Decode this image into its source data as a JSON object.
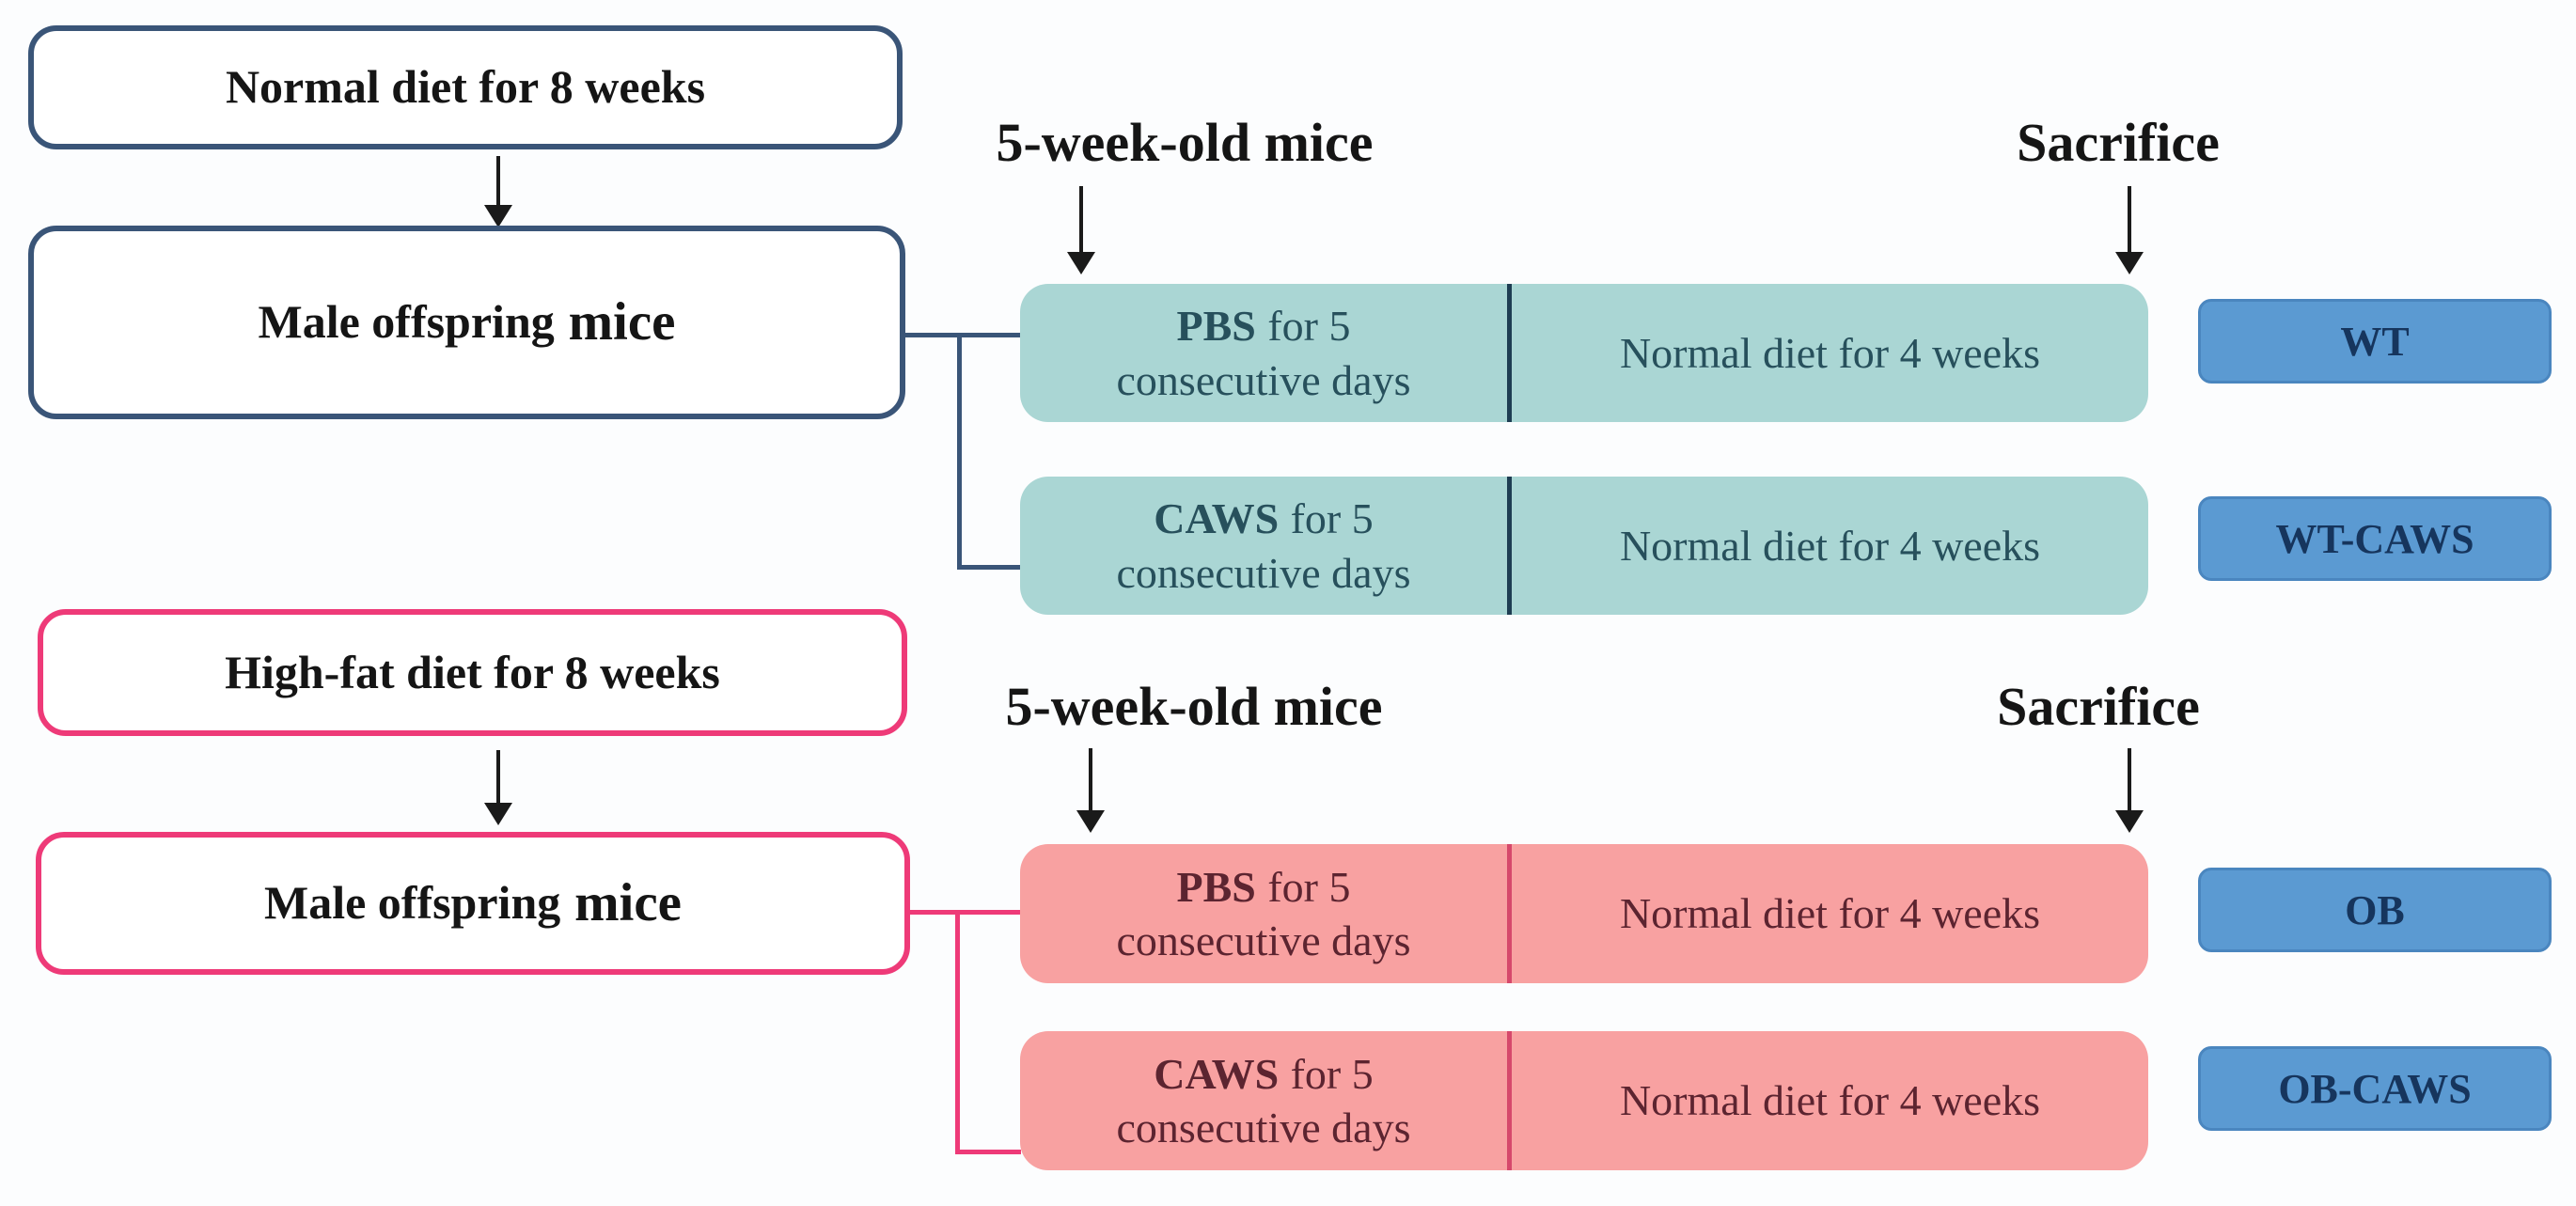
{
  "figure": {
    "colors": {
      "navy_line": "#3a5578",
      "pink_line": "#ee3a78",
      "teal_fill": "#aad6d4",
      "teal_text": "#27505c",
      "teal_divider": "#1e3d52",
      "pink_fill": "#f8a1a1",
      "pink_text": "#5c2430",
      "pink_divider": "#d6486b",
      "blue_fill": "#5b9ad2",
      "blue_border": "#4a86bf",
      "blue_text": "#16355d",
      "arrow": "#1a1a1a",
      "ink": "#151515",
      "canvas_bg": "#fcfdfe"
    },
    "arms": [
      {
        "diet_label": "Normal diet for 8 weeks",
        "offspring_label_main": "Male offspring",
        "offspring_label_tail": "mice",
        "age_label": "5-week-old mice",
        "sacrifice_label": "Sacrifice",
        "rows": [
          {
            "treatment_agent": "PBS",
            "treatment_rest": "for 5",
            "treatment_line2": "consecutive days",
            "recovery_label": "Normal diet for 4 weeks",
            "group_label": "WT"
          },
          {
            "treatment_agent": "CAWS",
            "treatment_rest": "for 5",
            "treatment_line2": "consecutive days",
            "recovery_label": "Normal diet for 4 weeks",
            "group_label": "WT-CAWS"
          }
        ]
      },
      {
        "diet_label": "High-fat diet for 8 weeks",
        "offspring_label_main": "Male offspring",
        "offspring_label_tail": "mice",
        "age_label": "5-week-old mice",
        "sacrifice_label": "Sacrifice",
        "rows": [
          {
            "treatment_agent": "PBS",
            "treatment_rest": "for 5",
            "treatment_line2": "consecutive days",
            "recovery_label": "Normal diet for 4 weeks",
            "group_label": "OB"
          },
          {
            "treatment_agent": "CAWS",
            "treatment_rest": "for 5",
            "treatment_line2": "consecutive days",
            "recovery_label": "Normal diet for 4 weeks",
            "group_label": "OB-CAWS"
          }
        ]
      }
    ]
  }
}
